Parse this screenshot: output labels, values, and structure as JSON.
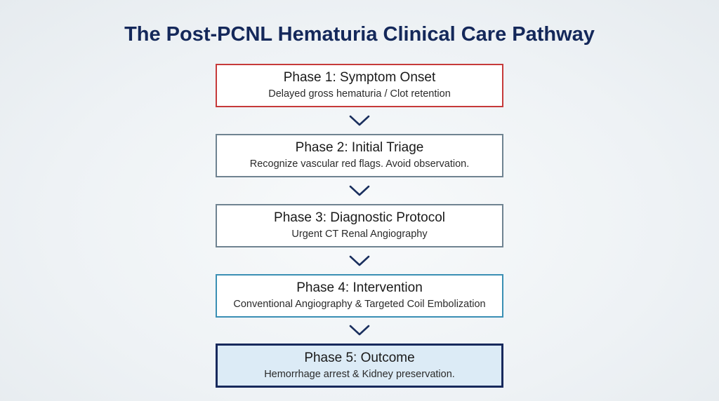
{
  "title": "The Post-PCNL Hematuria Clinical Care Pathway",
  "colors": {
    "title": "#14285a",
    "phase1_border": "#c63a3a",
    "phase2_border": "#6f8391",
    "phase3_border": "#6f8391",
    "phase4_border": "#3a8fb4",
    "phase5_border": "#17295c",
    "phase5_fill": "#dcebf6",
    "arrow": "#1a2f5e"
  },
  "phases": [
    {
      "title": "Phase 1: Symptom Onset",
      "description": "Delayed gross hematuria / Clot retention"
    },
    {
      "title": "Phase 2: Initial Triage",
      "description": "Recognize vascular red flags. Avoid observation."
    },
    {
      "title": "Phase 3: Diagnostic Protocol",
      "description": "Urgent CT Renal Angiography"
    },
    {
      "title": "Phase 4: Intervention",
      "description": "Conventional Angiography & Targeted Coil Embolization"
    },
    {
      "title": "Phase 5: Outcome",
      "description": "Hemorrhage arrest & Kidney preservation."
    }
  ],
  "connectors": [
    {
      "icon": "chevron-down-icon",
      "from": "Phase 1",
      "to": "Phase 2"
    },
    {
      "icon": "chevron-down-icon",
      "from": "Phase 2",
      "to": "Phase 3"
    },
    {
      "icon": "chevron-down-icon",
      "from": "Phase 3",
      "to": "Phase 4"
    },
    {
      "icon": "chevron-down-icon",
      "from": "Phase 4",
      "to": "Phase 5"
    }
  ]
}
